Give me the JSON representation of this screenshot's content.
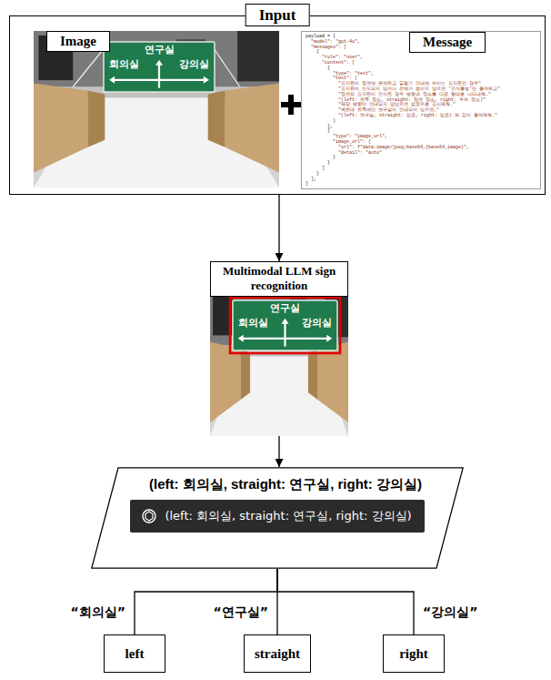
{
  "diagram": {
    "nodes": [
      {
        "text": [
          "Input"
        ]
      },
      {
        "text": [
          "Image"
        ],
        "in": 0
      },
      {
        "text": [
          "Message"
        ],
        "in": 0
      },
      {
        "text": [
          "Multimodal LLM sign recognition"
        ]
      },
      {
        "text": [
          "(left: 회의실, straight: 연구실, right: 강의실)",
          "(left: 회의실, straight: 연구실, right: 강의실)"
        ]
      },
      {
        "text": [
          "left"
        ]
      },
      {
        "text": [
          "straight"
        ]
      },
      {
        "text": [
          "right"
        ]
      }
    ],
    "edges": [
      {
        "from": 0,
        "to": 3,
        "arrow": "to"
      },
      {
        "from": 3,
        "to": 4,
        "arrow": "to"
      },
      {
        "from": 4,
        "to": 5,
        "label": "“회의실”",
        "arrow": "none"
      },
      {
        "from": 4,
        "to": 6,
        "label": "“연구실”",
        "arrow": "none"
      },
      {
        "from": 4,
        "to": 7,
        "label": "“강의실”",
        "arrow": "none"
      }
    ],
    "labels": [
      "연구실",
      "회의실",
      "강의실",
      "payload = {",
      "\"model\": \"gpt-4o\",",
      "\"messages\": [",
      "{",
      "\"role\": \"user\",",
      "\"content\": [",
      "{",
      "\"type\": \"text\",",
      "\"text\": (",
      "\"표지판이 정면에 존재하고 길찾기 안내에 쓰이는 표지판인 경우\"",
      "\"표지판이 인식되지 않거나 전체가 보이지 않으면 '인식불능'만 출력하고\"",
      "\"정면의 표지판이 인식된 경우 방향과 장소를 다음 형태로 나타내줘.\"",
      "\"(left: 왼쪽 장소, straight: 정면 장소, right: 우측 장소)\"",
      "\"해당 방향이 안내되지 않았으면 없음으로 표시해줘.\"",
      "\"예컨대 왼쪽에만 연구실이 안내되어 있으면,\"",
      "\"(left: 연구실, straight: 없음, right: 없음) 와 같이 출력해줘.\"",
      ")",
      "},",
      "{",
      "\"type\": \"image_url\",",
      "\"image_url\": {",
      "\"url\": f\"data:image/jpeg;base64,{base64_image}\",",
      "\"detail\": \"auto\"",
      "}",
      "}",
      "]",
      "}",
      "],",
      "}",
      "연구실",
      "회의실",
      "강의실"
    ]
  }
}
